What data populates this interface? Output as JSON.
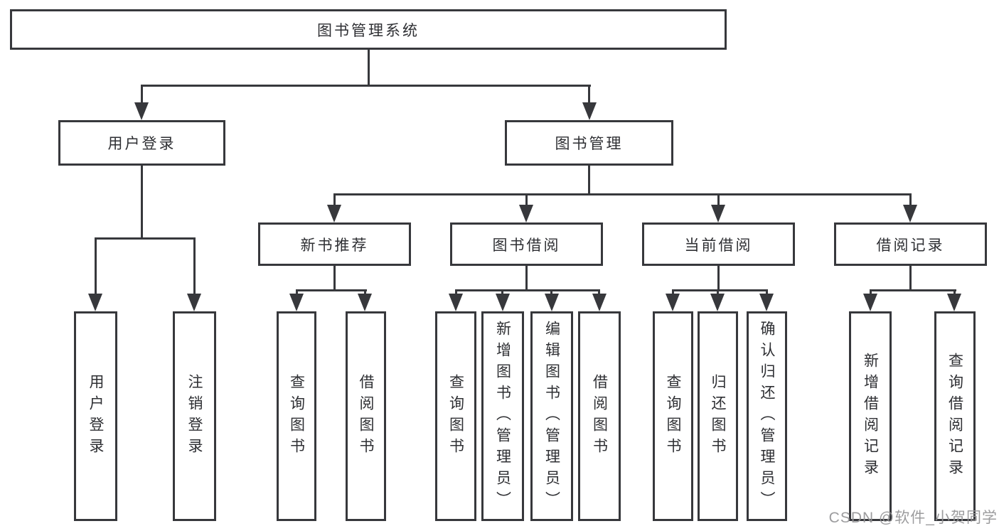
{
  "diagram_type": "hierarchy-tree",
  "colors": {
    "line": "#37383c",
    "text": "#2e2f33",
    "background": "#ffffff",
    "watermark": "#949496"
  },
  "watermark": {
    "text": "CSDN @软件_小贺同学"
  },
  "tree": {
    "label": "图书管理系统",
    "children": [
      {
        "label": "用户登录",
        "children": [
          {
            "label": "用户登录"
          },
          {
            "label": "注销登录"
          }
        ]
      },
      {
        "label": "图书管理",
        "children": [
          {
            "label": "新书推荐",
            "children": [
              {
                "label": "查询图书"
              },
              {
                "label": "借阅图书"
              }
            ]
          },
          {
            "label": "图书借阅",
            "children": [
              {
                "label": "查询图书"
              },
              {
                "label": "新增图书（管理员）"
              },
              {
                "label": "编辑图书（管理员）"
              },
              {
                "label": "借阅图书"
              }
            ]
          },
          {
            "label": "当前借阅",
            "children": [
              {
                "label": "查询图书"
              },
              {
                "label": "归还图书"
              },
              {
                "label": "确认归还（管理员）"
              }
            ]
          },
          {
            "label": "借阅记录",
            "children": [
              {
                "label": "新增借阅记录"
              },
              {
                "label": "查询借阅记录"
              }
            ]
          }
        ]
      }
    ]
  }
}
